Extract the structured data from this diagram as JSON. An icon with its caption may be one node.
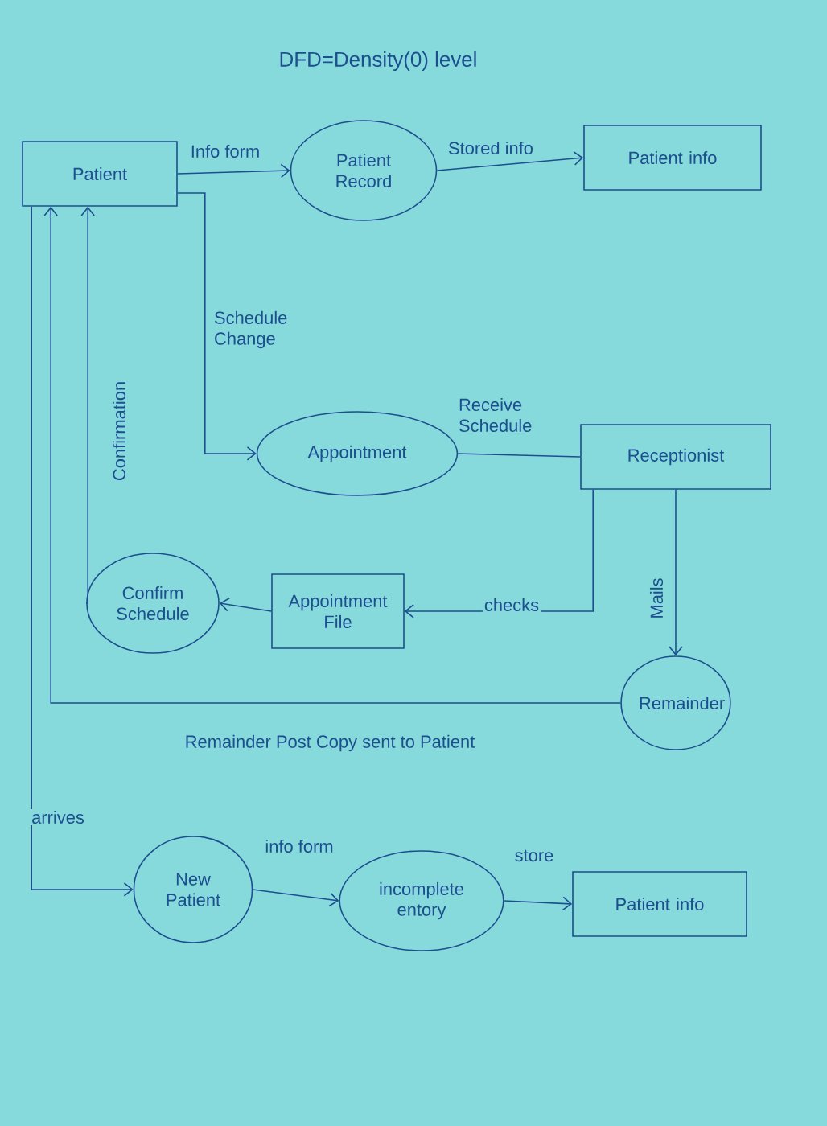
{
  "diagram": {
    "title": "DFD=Density(0) level",
    "nodes": [
      {
        "text": [
          "Patient"
        ]
      },
      {
        "text": [
          "Patient Record"
        ]
      },
      {
        "text": [
          "Patient info"
        ]
      },
      {
        "text": [
          "Appointment"
        ]
      },
      {
        "text": [
          "Receptionist"
        ]
      },
      {
        "text": [
          "Confirm Schedule"
        ]
      },
      {
        "text": [
          "Appointment File"
        ]
      },
      {
        "text": [
          "Remainder"
        ]
      },
      {
        "text": [
          "New Patient"
        ]
      },
      {
        "text": [
          "incomplete entory"
        ]
      },
      {
        "text": [
          "Patient info"
        ]
      }
    ],
    "edges": [
      {
        "from": 0,
        "to": 1,
        "arrow": "to",
        "label": "Info form"
      },
      {
        "from": 1,
        "to": 2,
        "arrow": "to",
        "label": "Stored info"
      },
      {
        "from": 0,
        "to": 3,
        "arrow": "to",
        "label": "Schedule Change"
      },
      {
        "from": 3,
        "to": 4,
        "arrow": "none",
        "label": "Receive Schedule"
      },
      {
        "from": 4,
        "to": 6,
        "arrow": "to",
        "label": "checks"
      },
      {
        "from": 6,
        "to": 5,
        "arrow": "to"
      },
      {
        "from": 5,
        "to": 0,
        "arrow": "to",
        "label": "Confirmation"
      },
      {
        "from": 4,
        "to": 7,
        "arrow": "to",
        "label": "Mails"
      },
      {
        "from": 7,
        "to": 0,
        "arrow": "to",
        "label": "Remainder Post Copy sent to Patient"
      },
      {
        "from": 0,
        "to": 8,
        "arrow": "to",
        "label": "arrives"
      },
      {
        "from": 8,
        "to": 9,
        "arrow": "to",
        "label": "info form"
      },
      {
        "from": 9,
        "to": 10,
        "arrow": "to",
        "label": "store"
      }
    ]
  }
}
